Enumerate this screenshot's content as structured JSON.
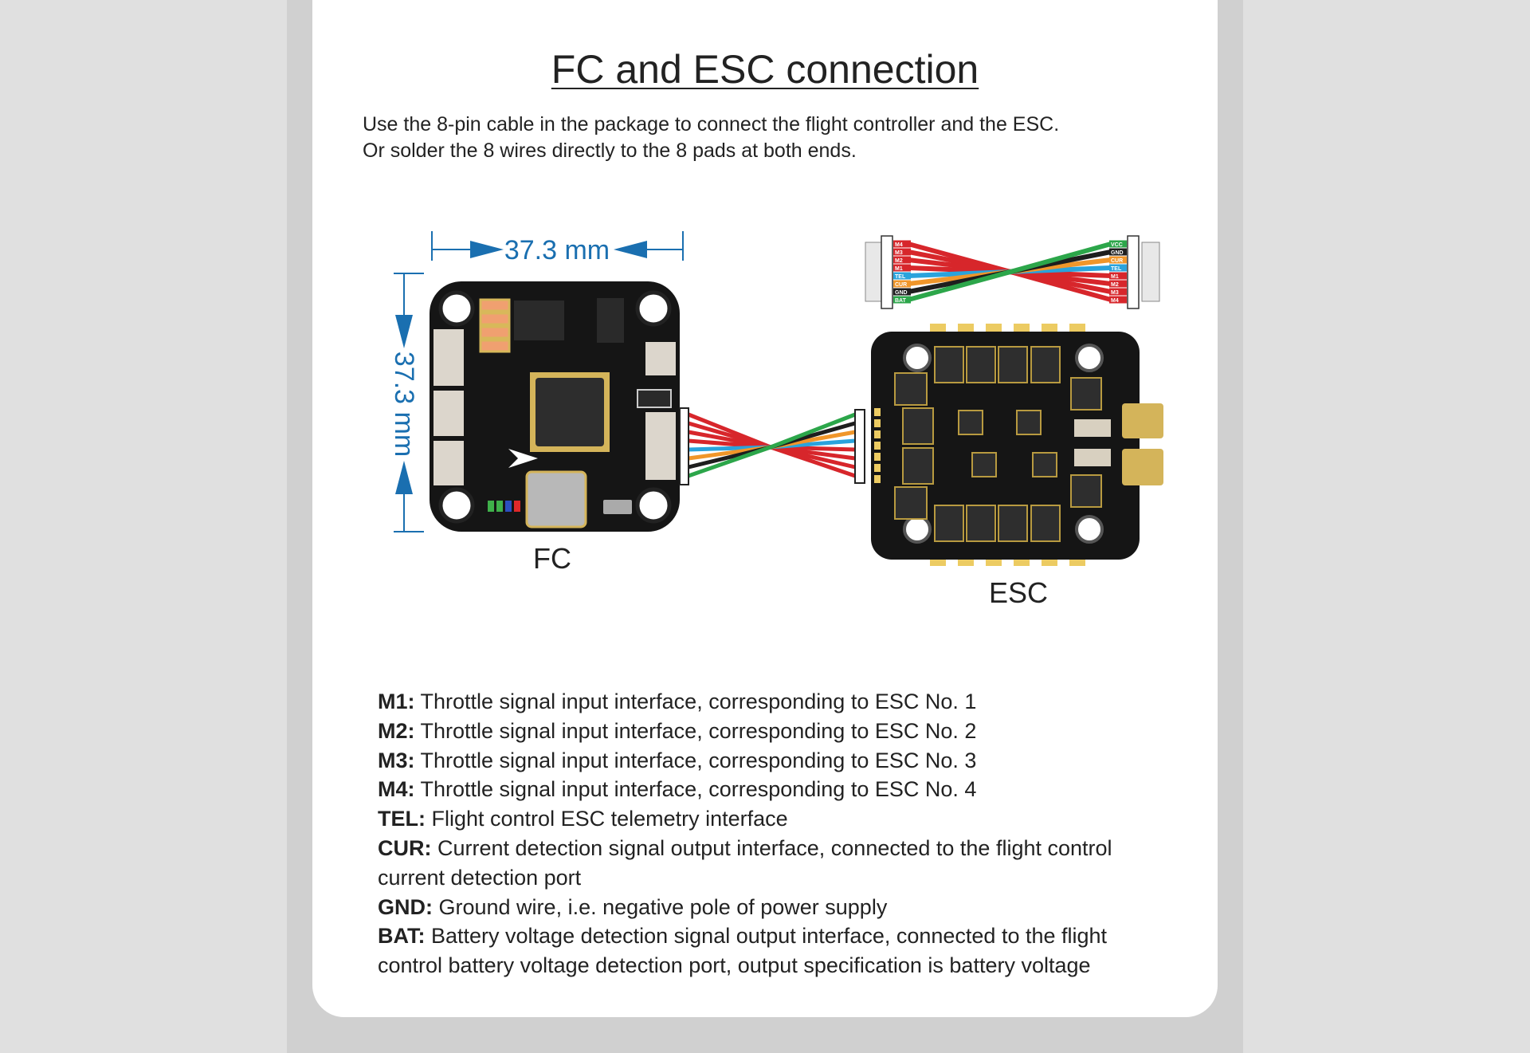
{
  "title": "FC and ESC connection",
  "intro": [
    "Use the 8-pin cable in the package to connect the flight controller and the ESC.",
    "Or solder the 8 wires directly to the 8 pads at both ends."
  ],
  "dimensions": {
    "width": "37.3 mm",
    "height": "37.3 mm"
  },
  "labels": {
    "fc": "FC",
    "esc": "ESC"
  },
  "cable": {
    "left_pins": [
      "M4",
      "M3",
      "M2",
      "M1",
      "TEL",
      "CUR",
      "GND",
      "BAT"
    ],
    "right_pins": [
      "VCC",
      "GND",
      "CUR",
      "TEL",
      "M1",
      "M2",
      "M3",
      "M4"
    ]
  },
  "colors": {
    "accent": "#1a6fb0",
    "wire_red": "#d7262b",
    "wire_blue": "#2aa3dc",
    "wire_orange": "#f0962a",
    "wire_black": "#1e1e1e",
    "wire_green": "#2ca64a"
  },
  "legend": [
    {
      "key": "M1:",
      "text": " Throttle signal input interface, corresponding to ESC No. 1"
    },
    {
      "key": "M2:",
      "text": " Throttle signal input interface, corresponding to ESC No. 2"
    },
    {
      "key": "M3:",
      "text": " Throttle signal input interface, corresponding to ESC No. 3"
    },
    {
      "key": "M4:",
      "text": " Throttle signal input interface, corresponding to ESC No. 4"
    },
    {
      "key": "TEL:",
      "text": " Flight control ESC telemetry interface"
    },
    {
      "key": "CUR:",
      "text": " Current detection signal output interface, connected to the flight control current detection port"
    },
    {
      "key": "GND:",
      "text": " Ground wire, i.e. negative pole of power supply"
    },
    {
      "key": "BAT:",
      "text": " Battery voltage detection signal output interface, connected to the flight control battery voltage detection port, output specification is battery voltage"
    }
  ]
}
